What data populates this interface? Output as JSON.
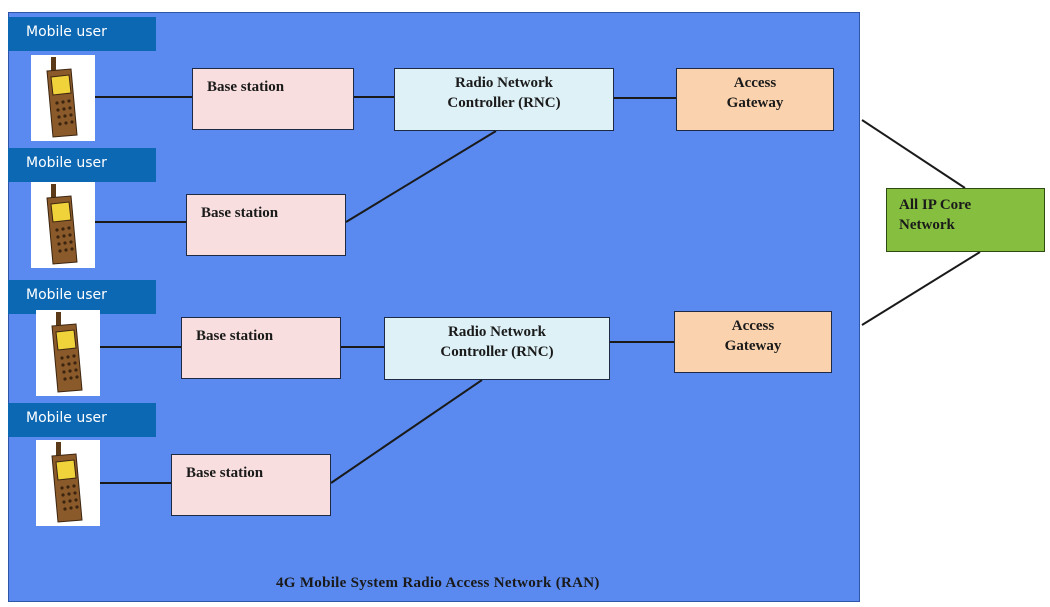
{
  "diagram": {
    "caption": "4G Mobile System Radio Access Network (RAN)",
    "mobile_user_label": "Mobile user",
    "base_station_label": "Base station",
    "rnc_label_line1": "Radio Network",
    "rnc_label_line2": "Controller (RNC)",
    "gateway_label_line1": "Access",
    "gateway_label_line2": "Gateway",
    "core_label_line1": "All IP Core",
    "core_label_line2": "Network",
    "colors": {
      "ran_background": "#5a8af0",
      "mobile_user_label": "#0d68b3",
      "base_station": "#f8dede",
      "rnc": "#ddf1f7",
      "access_gateway": "#fad2ad",
      "core_network": "#86bf3f"
    },
    "icons": [
      "mobile-phone-icon"
    ]
  }
}
